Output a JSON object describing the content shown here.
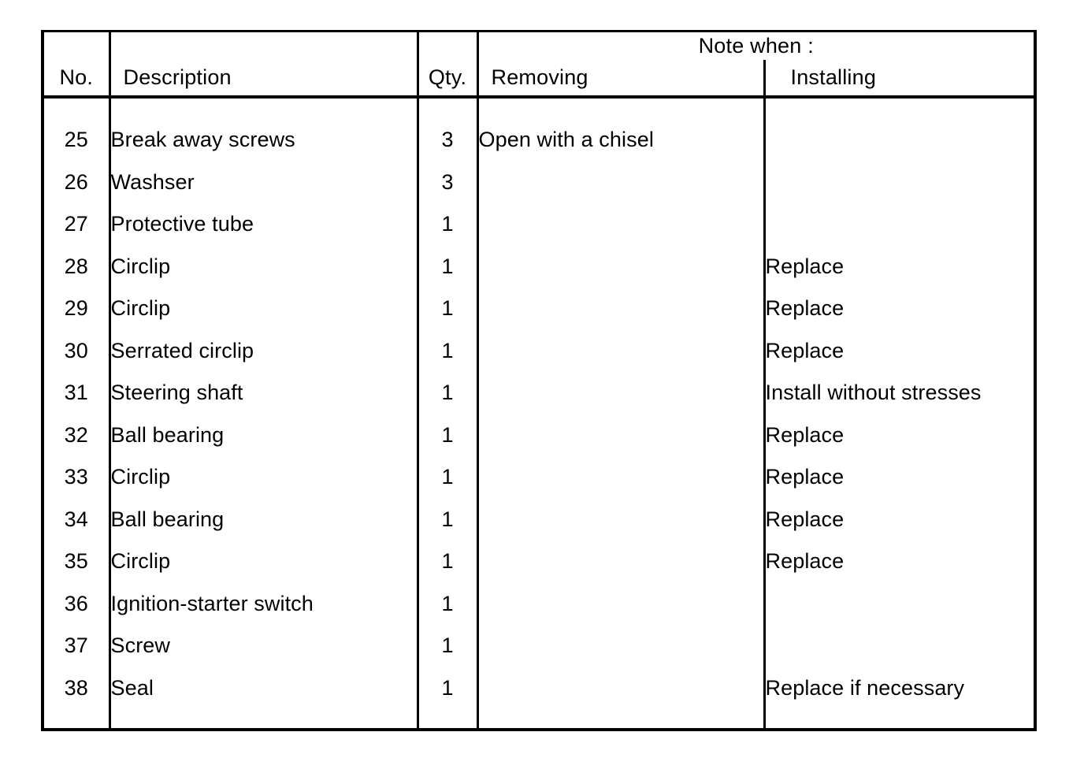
{
  "document": {
    "kind": "parts-reference-table",
    "group_header": "Note when :"
  },
  "table": {
    "columns": {
      "no": "No.",
      "description": "Description",
      "qty": "Qty.",
      "removing": "Removing",
      "installing": "Installing"
    },
    "rows": [
      {
        "no": "25",
        "description": "Break away screws",
        "qty": "3",
        "removing": "Open with a chisel",
        "installing": ""
      },
      {
        "no": "26",
        "description": "Washser",
        "qty": "3",
        "removing": "",
        "installing": ""
      },
      {
        "no": "27",
        "description": "Protective tube",
        "qty": "1",
        "removing": "",
        "installing": ""
      },
      {
        "no": "28",
        "description": "Circlip",
        "qty": "1",
        "removing": "",
        "installing": "Replace"
      },
      {
        "no": "29",
        "description": "Circlip",
        "qty": "1",
        "removing": "",
        "installing": "Replace"
      },
      {
        "no": "30",
        "description": "Serrated circlip",
        "qty": "1",
        "removing": "",
        "installing": "Replace"
      },
      {
        "no": "31",
        "description": "Steering shaft",
        "qty": "1",
        "removing": "",
        "installing": "Install without stresses"
      },
      {
        "no": "32",
        "description": "Ball bearing",
        "qty": "1",
        "removing": "",
        "installing": "Replace"
      },
      {
        "no": "33",
        "description": "Circlip",
        "qty": "1",
        "removing": "",
        "installing": "Replace"
      },
      {
        "no": "34",
        "description": "Ball bearing",
        "qty": "1",
        "removing": "",
        "installing": "Replace"
      },
      {
        "no": "35",
        "description": "Circlip",
        "qty": "1",
        "removing": "",
        "installing": "Replace"
      },
      {
        "no": "36",
        "description": "Ignition-starter switch",
        "qty": "1",
        "removing": "",
        "installing": ""
      },
      {
        "no": "37",
        "description": "Screw",
        "qty": "1",
        "removing": "",
        "installing": ""
      },
      {
        "no": "38",
        "description": "Seal",
        "qty": "1",
        "removing": "",
        "installing": "Replace if necessary"
      }
    ]
  },
  "colors": {
    "ink": "#000000",
    "paper": "#ffffff"
  }
}
